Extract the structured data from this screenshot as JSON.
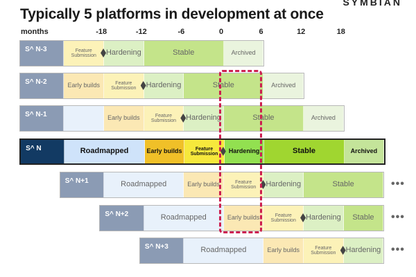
{
  "title": "Typically 5 platforms in development at once",
  "brand": "SYMBIAN",
  "axis_label": "months",
  "ticks": [
    "-18",
    "-12",
    "-6",
    "0",
    "6",
    "12",
    "18"
  ],
  "colors": {
    "label": "#8b9bb4",
    "label_current": "#123a63",
    "roadmapped": "#e8f1fb",
    "roadmapped_current": "#cfe3fa",
    "early": "#fbe8b4",
    "early_current": "#f0c028",
    "feature": "#fcf2b8",
    "feature_current": "#f6e83c",
    "hardening": "#dcf0c4",
    "hardening_current": "#92e050",
    "stable": "#c4e48a",
    "stable_current": "#a0d630",
    "archived": "#eaf4de",
    "archived_current": "#c4e49a",
    "highlight": "#cc1f50"
  },
  "rows": [
    {
      "label": "S^ N-3",
      "current": false,
      "segments": [
        {
          "phase": "label",
          "text": "S^ N-3",
          "months": 6.6
        },
        {
          "phase": "feature",
          "text": "Feature Submission",
          "months": 6
        },
        {
          "phase": "hardening",
          "text": "Hardening",
          "months": 6
        },
        {
          "phase": "stable",
          "text": "Stable",
          "months": 12
        },
        {
          "phase": "archived",
          "text": "Archived",
          "months": 6
        }
      ]
    },
    {
      "label": "S^ N-2",
      "current": false,
      "segments": [
        {
          "phase": "label",
          "text": "S^ N-2",
          "months": 6.6
        },
        {
          "phase": "early",
          "text": "Early builds",
          "months": 6
        },
        {
          "phase": "feature",
          "text": "Feature Submission",
          "months": 6
        },
        {
          "phase": "hardening",
          "text": "Hardening",
          "months": 6
        },
        {
          "phase": "stable",
          "text": "Stable",
          "months": 12
        },
        {
          "phase": "archived",
          "text": "Archived",
          "months": 6
        }
      ]
    },
    {
      "label": "S^ N-1",
      "current": false,
      "segments": [
        {
          "phase": "label",
          "text": "S^ N-1",
          "months": 6.6
        },
        {
          "phase": "roadmapped",
          "text": "",
          "months": 6
        },
        {
          "phase": "early",
          "text": "Early builds",
          "months": 6
        },
        {
          "phase": "feature",
          "text": "Feature Submission",
          "months": 6
        },
        {
          "phase": "hardening",
          "text": "Hardening",
          "months": 6
        },
        {
          "phase": "stable",
          "text": "Stable",
          "months": 12
        },
        {
          "phase": "archived",
          "text": "Archived",
          "months": 6
        }
      ]
    },
    {
      "label": "S^ N",
      "current": true,
      "segments": [
        {
          "phase": "label",
          "text": "S^ N",
          "months": 6.6
        },
        {
          "phase": "roadmapped",
          "text": "Roadmapped",
          "months": 12
        },
        {
          "phase": "early",
          "text": "Early builds",
          "months": 6
        },
        {
          "phase": "feature",
          "text": "Feature Submission",
          "months": 6
        },
        {
          "phase": "hardening",
          "text": "Hardening",
          "months": 6
        },
        {
          "phase": "stable",
          "text": "Stable",
          "months": 12
        },
        {
          "phase": "archived",
          "text": "Archived",
          "months": 6
        }
      ]
    },
    {
      "label": "S^ N+1",
      "current": false,
      "dots": true,
      "segments": [
        {
          "phase": "label",
          "text": "S^ N+1",
          "months": 6.6
        },
        {
          "phase": "roadmapped",
          "text": "Roadmapped",
          "months": 12
        },
        {
          "phase": "early",
          "text": "Early builds",
          "months": 6
        },
        {
          "phase": "feature",
          "text": "Feature Submission",
          "months": 6
        },
        {
          "phase": "hardening",
          "text": "Hardening",
          "months": 6
        },
        {
          "phase": "stable",
          "text": "Stable",
          "months": 12
        }
      ]
    },
    {
      "label": "S^ N+2",
      "current": false,
      "dots": true,
      "segments": [
        {
          "phase": "label",
          "text": "S^ N+2",
          "months": 6.6
        },
        {
          "phase": "roadmapped",
          "text": "Roadmapped",
          "months": 12
        },
        {
          "phase": "early",
          "text": "Early builds",
          "months": 6
        },
        {
          "phase": "feature",
          "text": "Feature Submission",
          "months": 6
        },
        {
          "phase": "hardening",
          "text": "Hardening",
          "months": 6
        },
        {
          "phase": "stable",
          "text": "Stable",
          "months": 6
        }
      ]
    },
    {
      "label": "S^ N+3",
      "current": false,
      "dots": true,
      "segments": [
        {
          "phase": "label",
          "text": "S^ N+3",
          "months": 6.6
        },
        {
          "phase": "roadmapped",
          "text": "Roadmapped",
          "months": 12
        },
        {
          "phase": "early",
          "text": "Early builds",
          "months": 6
        },
        {
          "phase": "feature",
          "text": "Feature Submission",
          "months": 6
        },
        {
          "phase": "hardening",
          "text": "Hardening",
          "months": 6
        }
      ]
    }
  ]
}
